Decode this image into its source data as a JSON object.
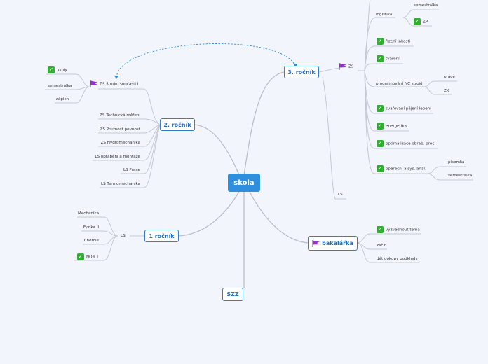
{
  "root": "skola",
  "nodes": {
    "rocnik3": "3. ročník",
    "rocnik2": "2. ročník",
    "rocnik1": "1 ročník",
    "bakalarka": "bakalářka",
    "szz": "SZZ"
  },
  "r3": {
    "zs": "ZS",
    "ls": "LS",
    "logistika": "logistika",
    "logistika_semestralka": "semestralka",
    "logistika_zp": "ZP",
    "rizeni": "řízení jakosti",
    "tvareni": "tváření",
    "nc": "programování NC strojů",
    "nc_prace": "práce",
    "nc_zk": "ZK",
    "svarovani": "svařování pájení lepení",
    "energetika": "energetika",
    "optimalizace": "optimalizace obrab. proc.",
    "operacni": "operační a sys. anal.",
    "op_pisemka": "písemka",
    "op_semestralka": "semestralka"
  },
  "r2": {
    "stroj": "ZS Strojní součásti I",
    "ukoly": "ukoly",
    "semestralka": "semestralka",
    "zapich": "zápich",
    "technicka": "ZS Technická měření",
    "pruznost": "ZS Pružnost pevnost",
    "hydro": "ZS Hydromechanika",
    "obrabeni": "LS obrábění a montáže",
    "praxe": "LS Praxe",
    "termo": "LS Termomechanika"
  },
  "r1": {
    "ls": "LS",
    "mechanika": "Mechanika",
    "fyzika": "Fyzika II",
    "chemie": "Chemie",
    "nom": "NOM I"
  },
  "bak": {
    "vyzvednout": "vyzvednout téma",
    "zacit": "začít",
    "dat": "dát dokupy podklady"
  },
  "colors": {
    "root": "#2f8fdc",
    "main_border": "#2f7fd0",
    "link": "#b8bfc9",
    "check": "#2fae2f",
    "flag": "#9b2fd6",
    "dashed": "#2f8fdc"
  }
}
